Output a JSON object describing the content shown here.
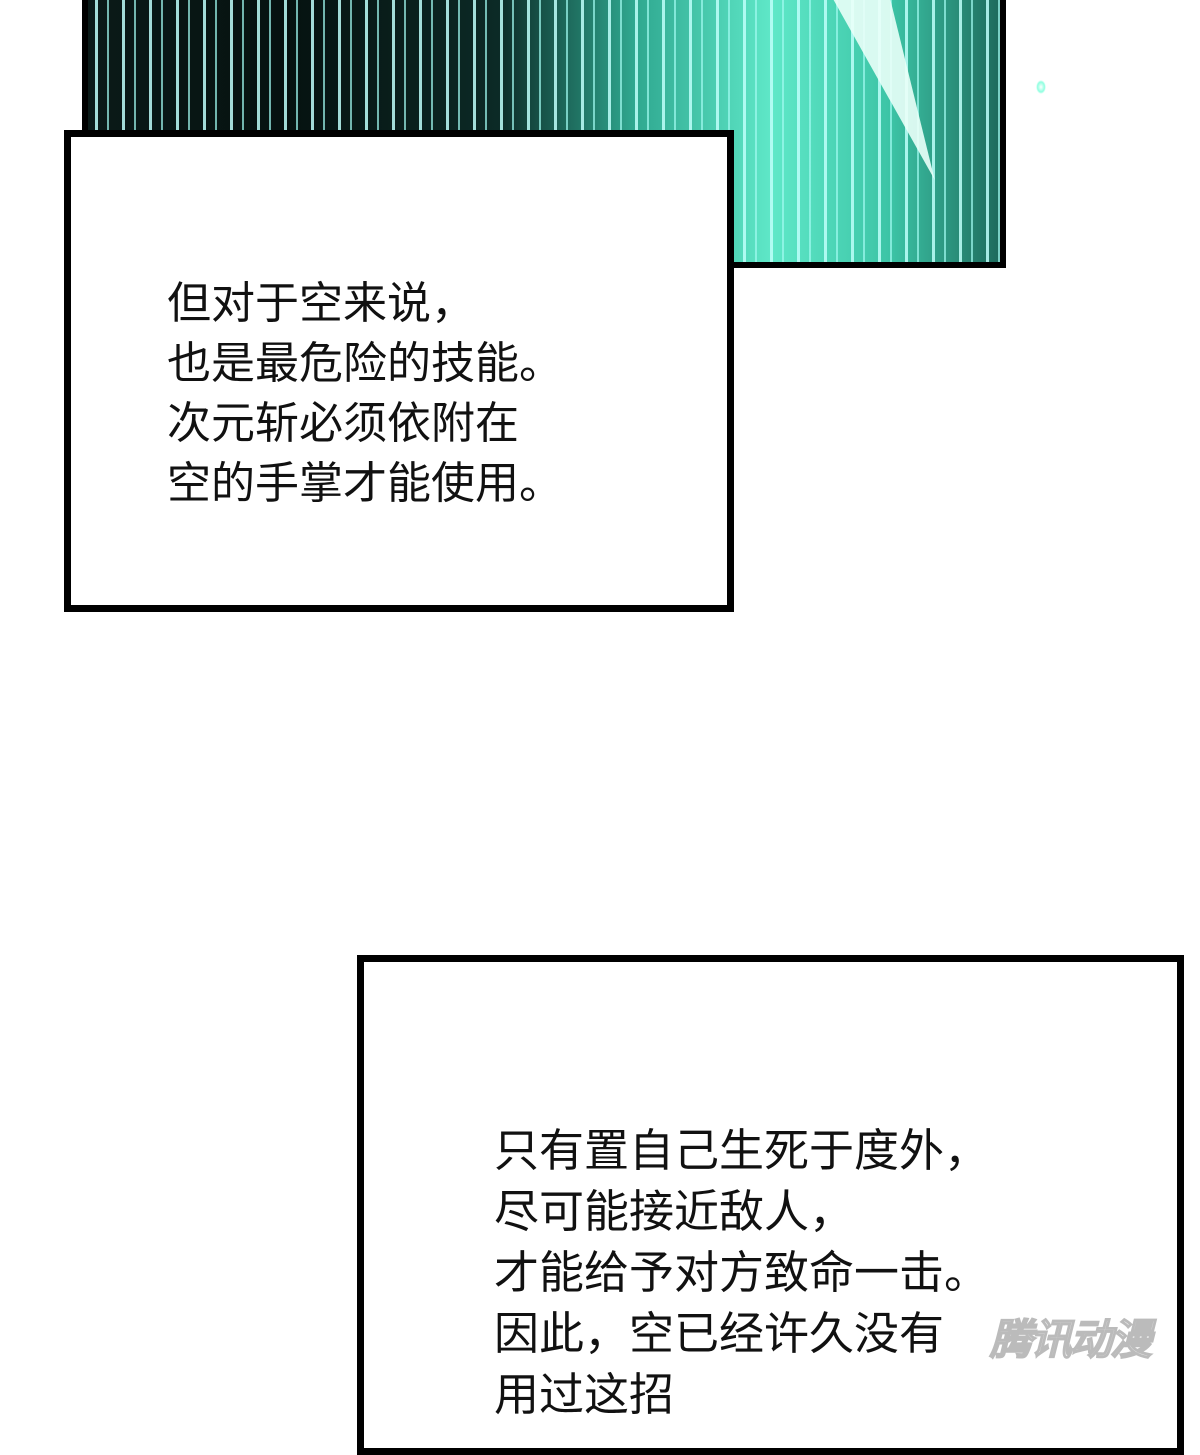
{
  "panel_art": {
    "description_colors": {
      "dark": "#061210",
      "accent": "#5fe8c8",
      "highlight": "#eafff8"
    }
  },
  "caption1": {
    "lines": [
      "但对于空来说，",
      "也是最危险的技能。",
      "次元斩必须依附在",
      "空的手掌才能使用。"
    ]
  },
  "caption2": {
    "lines": [
      "只有置自己生死于度外，",
      "尽可能接近敌人，",
      "才能给予对方致命一击。",
      "因此，空已经许久没有",
      "用过这招"
    ]
  },
  "watermark": "腾讯动漫"
}
